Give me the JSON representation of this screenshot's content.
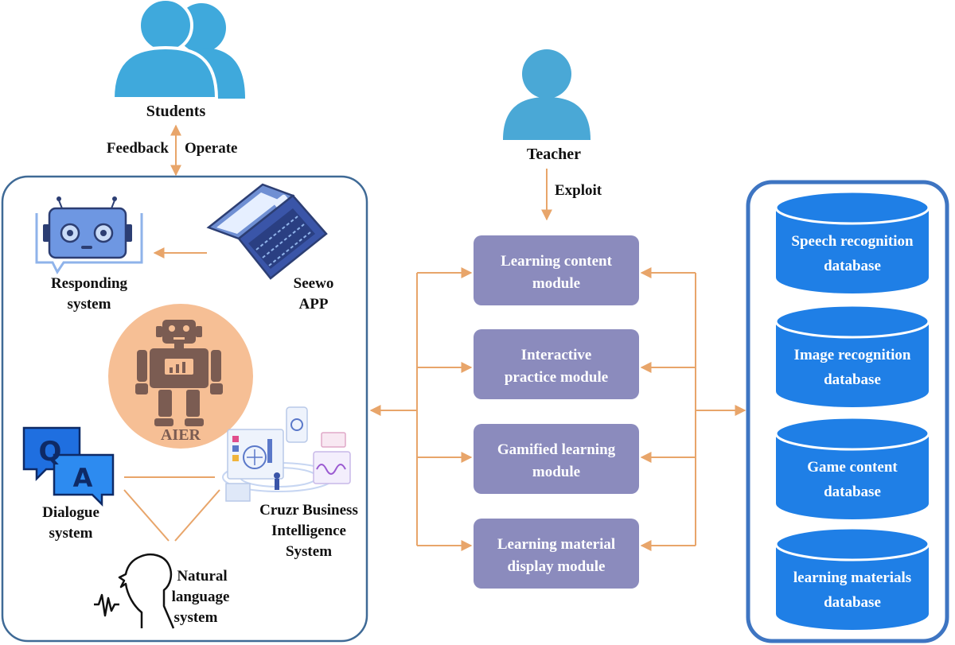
{
  "colors": {
    "person": "#3fa9dc",
    "teacher": "#4aa8d6",
    "module_fill": "#8b8bbd",
    "db_fill": "#1f7fe6",
    "arrow": "#e8a56a",
    "panel_border": "#3f6a96",
    "aier_circle": "#f6bf95",
    "aier_robot": "#7b5c52"
  },
  "students": {
    "label": "Students",
    "feedback": "Feedback",
    "operate": "Operate"
  },
  "teacher": {
    "label": "Teacher",
    "exploit": "Exploit"
  },
  "left_panel": {
    "responding": {
      "line1": "Responding",
      "line2": "system"
    },
    "seewo": {
      "line1": "Seewo",
      "line2": "APP"
    },
    "aier": "AIER",
    "dialogue": {
      "line1": "Dialogue",
      "line2": "system"
    },
    "qa": {
      "q": "Q",
      "a": "A"
    },
    "cruzr": {
      "line1": "Cruzr Business",
      "line2": "Intelligence",
      "line3": "System"
    },
    "nls": {
      "line1": "Natural",
      "line2": "language",
      "line3": "system"
    }
  },
  "modules": [
    {
      "line1": "Learning content",
      "line2": "module"
    },
    {
      "line1": "Interactive",
      "line2": "practice module"
    },
    {
      "line1": "Gamified learning",
      "line2": "module"
    },
    {
      "line1": "Learning material",
      "line2": "display module"
    }
  ],
  "databases": [
    {
      "line1": "Speech recognition",
      "line2": "database"
    },
    {
      "line1": "Image recognition",
      "line2": "database"
    },
    {
      "line1": "Game content",
      "line2": "database"
    },
    {
      "line1": "learning materials",
      "line2": "database"
    }
  ]
}
